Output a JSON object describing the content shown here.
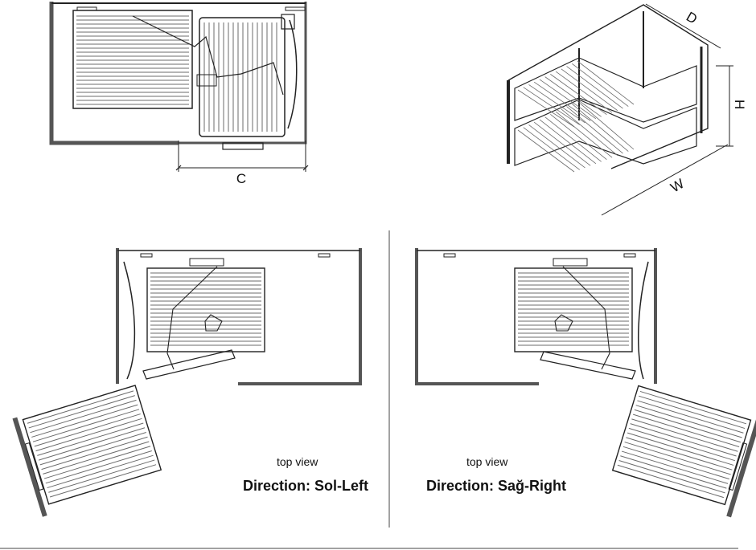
{
  "dimensions": {
    "depth": "D",
    "height": "H",
    "width": "W",
    "clearance": "C"
  },
  "left_view": {
    "caption": "top view",
    "direction": "Direction: Sol-Left"
  },
  "right_view": {
    "caption": "top view",
    "direction": "Direction: Sağ-Right"
  },
  "colors": {
    "line": "#222222",
    "wall": "#555555",
    "shelf": "#6b6b6b"
  }
}
